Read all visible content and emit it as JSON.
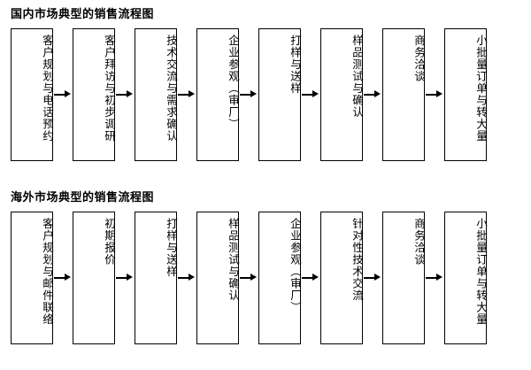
{
  "sections": [
    {
      "title": "国内市场典型的销售流程图",
      "nodes": [
        "客户规划与电话预约",
        "客户拜访与初步调研",
        "技术交流与需求确认",
        "企业参观（审厂）",
        "打样与送样",
        "样品测试与确认",
        "商务洽谈",
        "小批量订单与转大量"
      ]
    },
    {
      "title": "海外市场典型的销售流程图",
      "nodes": [
        "客户规划与邮件联络",
        "初期报价",
        "打样与送样",
        "样品测试与确认",
        "企业参观（审厂）",
        "针对性技术交流",
        "商务洽谈",
        "小批量订单与转大量"
      ]
    }
  ],
  "arrow": {
    "glyph": "→"
  },
  "colors": {
    "node_border": "#000000",
    "node_fill": "#ffffff",
    "text": "#000000",
    "background": "#ffffff"
  }
}
